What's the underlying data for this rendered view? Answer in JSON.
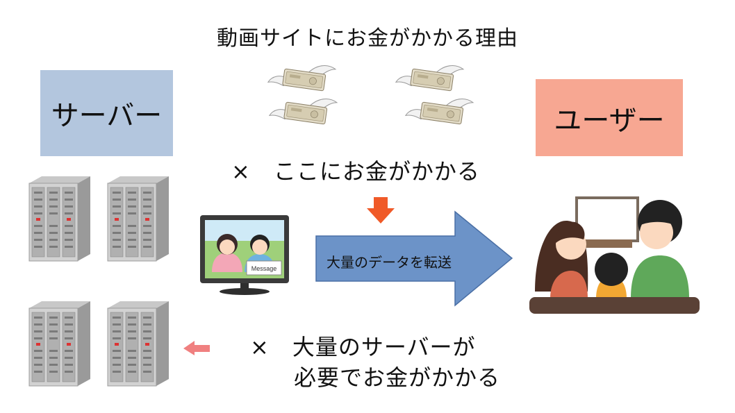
{
  "title": "動画サイトにお金がかかる理由",
  "server_label": "サーバー",
  "user_label": "ユーザー",
  "cost_transfer": "×　ここにお金がかかる",
  "transfer_label": "大量のデータを転送",
  "cost_servers_line1": "×　大量のサーバーが",
  "cost_servers_line2": "必要でお金がかかる",
  "tv_sign": "Message",
  "colors": {
    "server_box": "#b3c6de",
    "user_box": "#f7a792",
    "big_arrow": "#6c93c8",
    "down_arrow": "#f05a28",
    "left_arrow": "#f08080"
  }
}
